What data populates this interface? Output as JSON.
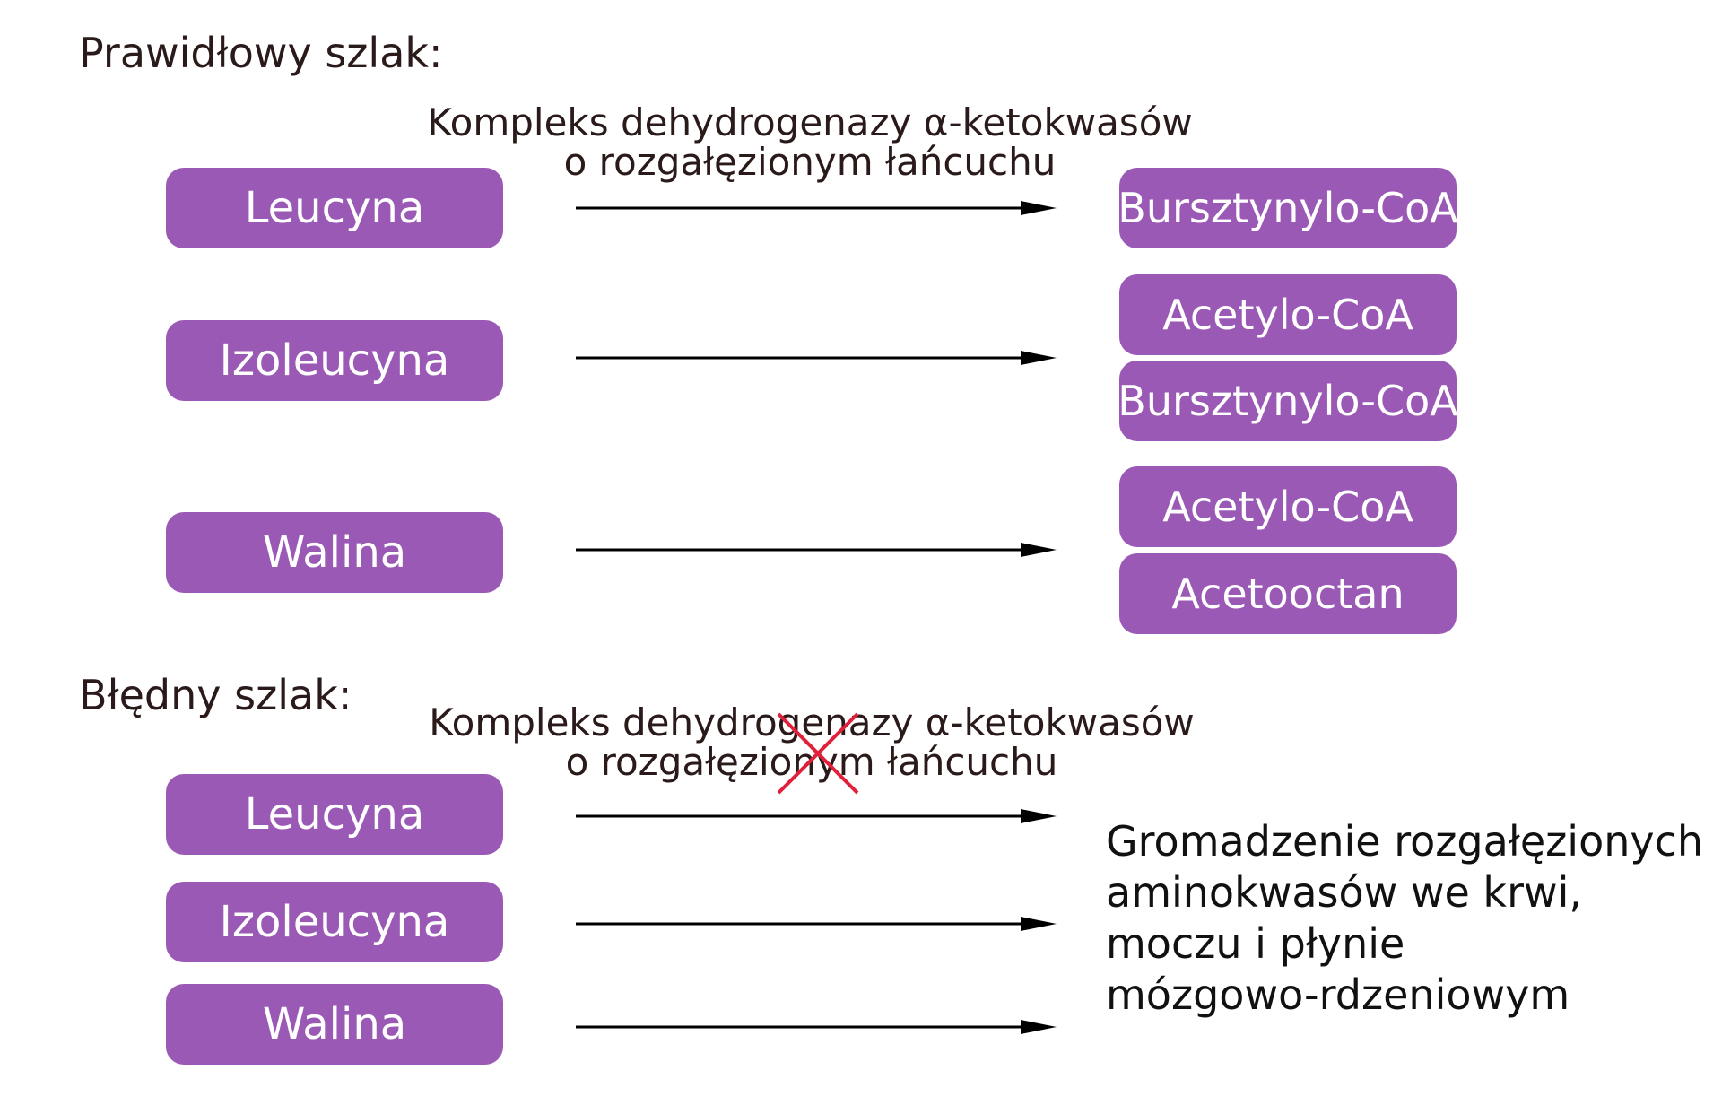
{
  "correct": {
    "heading": "Prawidłowy szlak:",
    "enzyme_line1": "Kompleks dehydrogenazy α-ketokwasów",
    "enzyme_line2": "o rozgałęzionym łańcuchu",
    "inputs": [
      "Leucyna",
      "Izoleucyna",
      "Walina"
    ],
    "products": {
      "leucine": [
        "Bursztynylo-CoA"
      ],
      "isoleucine": [
        "Acetylo-CoA",
        "Bursztynylo-CoA"
      ],
      "valine": [
        "Acetylo-CoA",
        "Acetooctan"
      ]
    }
  },
  "faulty": {
    "heading": "Błędny szlak:",
    "enzyme_line1": "Kompleks dehydrogenazy α-ketokwasów",
    "enzyme_line2": "o rozgałęzionym łańcuchu",
    "inputs": [
      "Leucyna",
      "Izoleucyna",
      "Walina"
    ],
    "result_lines": [
      "Gromadzenie rozgałęzionych",
      "aminokwasów we krwi,",
      "moczu i płynie",
      "mózgowo-rdzeniowym"
    ]
  },
  "colors": {
    "box_fill": "#9b59b6",
    "box_text": "#ffffff",
    "arrow": "#000000",
    "cross": "#e0203a"
  }
}
